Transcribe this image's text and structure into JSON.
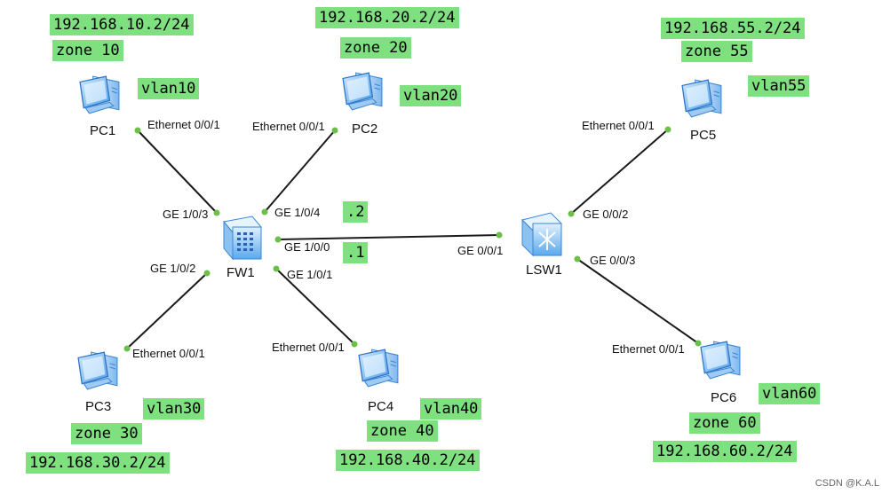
{
  "devices": {
    "pc1": {
      "name": "PC1",
      "vlan": "vlan10",
      "zone": "zone 10",
      "ip": "192.168.10.2/24",
      "port": "Ethernet 0/0/1"
    },
    "pc2": {
      "name": "PC2",
      "vlan": "vlan20",
      "zone": "zone 20",
      "ip": "192.168.20.2/24",
      "port": "Ethernet 0/0/1"
    },
    "pc3": {
      "name": "PC3",
      "vlan": "vlan30",
      "zone": "zone 30",
      "ip": "192.168.30.2/24",
      "port": "Ethernet 0/0/1"
    },
    "pc4": {
      "name": "PC4",
      "vlan": "vlan40",
      "zone": "zone 40",
      "ip": "192.168.40.2/24",
      "port": "Ethernet 0/0/1"
    },
    "pc5": {
      "name": "PC5",
      "vlan": "vlan55",
      "zone": "zone 55",
      "ip": "192.168.55.2/24",
      "port": "Ethernet 0/0/1"
    },
    "pc6": {
      "name": "PC6",
      "vlan": "vlan60",
      "zone": "zone 60",
      "ip": "192.168.60.2/24",
      "port": "Ethernet 0/0/1"
    },
    "fw1": {
      "name": "FW1",
      "ports": {
        "to_pc1": "GE 1/0/3",
        "to_pc2": "GE 1/0/4",
        "to_pc3": "GE 1/0/2",
        "to_pc4": "GE 1/0/1",
        "to_lsw1": "GE 1/0/0"
      }
    },
    "lsw1": {
      "name": "LSW1",
      "ports": {
        "to_fw1": "GE 0/0/1",
        "to_pc5": "GE 0/0/2",
        "to_pc6": "GE 0/0/3"
      }
    }
  },
  "link_notes": {
    "fw_side": ".2",
    "lsw_side": ".1"
  },
  "watermark": "CSDN @K.A.L"
}
